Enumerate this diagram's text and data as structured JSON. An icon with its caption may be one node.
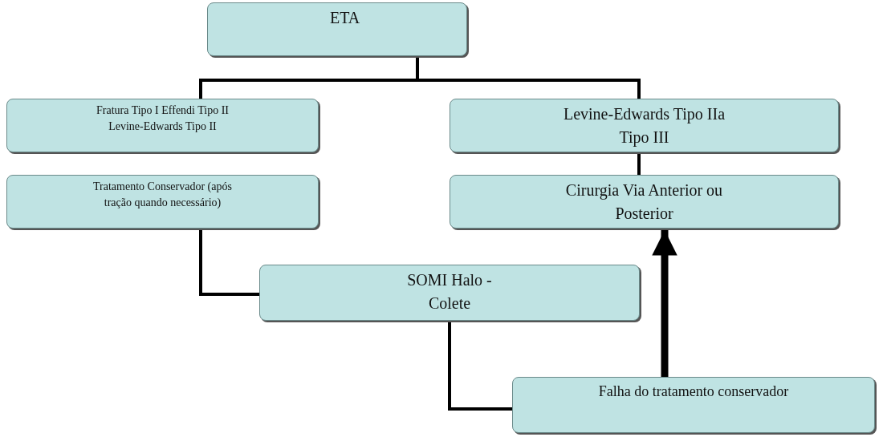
{
  "diagram": {
    "nodes": [
      {
        "text": [
          "ETA"
        ]
      },
      {
        "text": [
          "Fratura Tipo I Effendi Tipo II Levine-Edwards Tipo II"
        ]
      },
      {
        "text": [
          "Levine-Edwards Tipo IIa Tipo III"
        ]
      },
      {
        "text": [
          "Tratamento Conservador (após tração quando necessário)"
        ]
      },
      {
        "text": [
          "Cirurgia Via Anterior ou Posterior"
        ]
      },
      {
        "text": [
          "SOMI Halo - Colete"
        ]
      },
      {
        "text": [
          "Falha do tratamento conservador"
        ]
      }
    ],
    "edges": [
      {
        "from": 0,
        "to": 1,
        "arrow": "none"
      },
      {
        "from": 0,
        "to": 2,
        "arrow": "none"
      },
      {
        "from": 2,
        "to": 4,
        "arrow": "none"
      },
      {
        "from": 3,
        "to": 5,
        "arrow": "none"
      },
      {
        "from": 5,
        "to": 6,
        "arrow": "none"
      },
      {
        "from": 6,
        "to": 4,
        "arrow": "to",
        "style": "thick"
      }
    ]
  }
}
